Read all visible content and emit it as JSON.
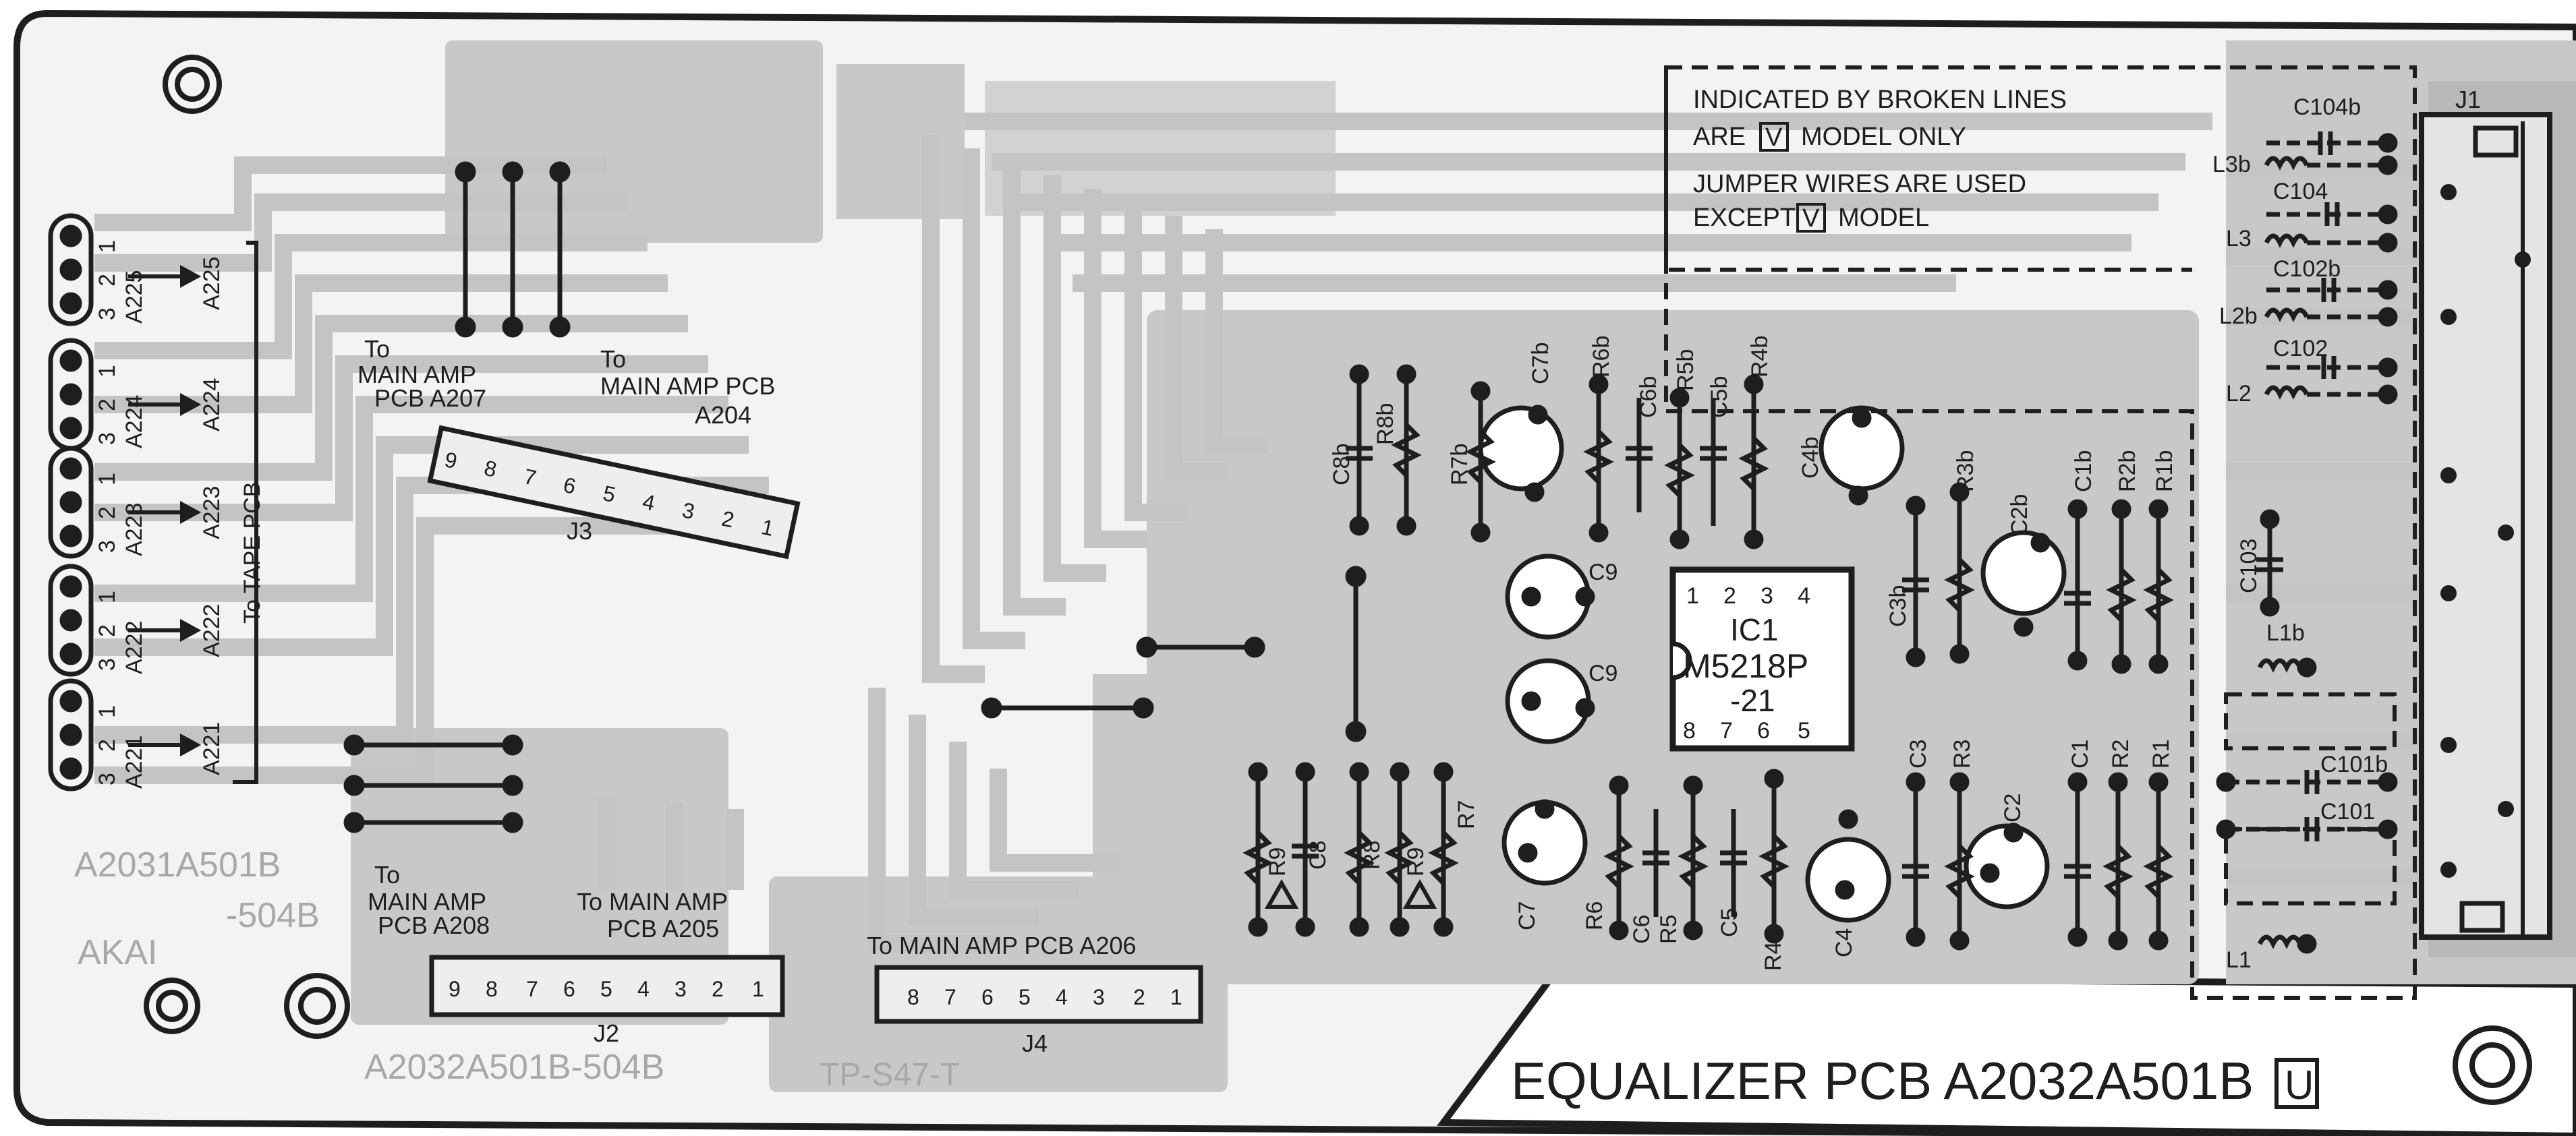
{
  "board": {
    "title": "EQUALIZER PCB A2032A501B",
    "title_badge": "U",
    "brand": "AKAI",
    "silk_part_left_1": "A2031A501B",
    "silk_part_left_2": "-504B",
    "silk_part_bottom": "A2032A501B-504B",
    "silk_model": "TP-S47-T"
  },
  "note": {
    "line1": "INDICATED BY BROKEN LINES",
    "line2_pre": "ARE",
    "line2_box": "V",
    "line2_post": "MODEL ONLY",
    "line3": "JUMPER WIRES ARE USED",
    "line4_pre": "EXCEPT",
    "line4_box": "V",
    "line4_post": "MODEL"
  },
  "left_connectors": {
    "refs": [
      "A225",
      "A224",
      "A223",
      "A222",
      "A221"
    ],
    "pins": [
      "3",
      "2",
      "1"
    ],
    "dest": "To TAPE PCB"
  },
  "connectors": {
    "j1": "J1",
    "j2": "J2",
    "j3": "J3",
    "j4": "J4",
    "j2_left_label": [
      "To",
      "MAIN AMP",
      "PCB A208"
    ],
    "j2_right_label": [
      "To MAIN AMP",
      "PCB A205"
    ],
    "j3_left_label": [
      "To",
      "MAIN AMP",
      "PCB A207"
    ],
    "j3_right_label": [
      "To",
      "MAIN AMP PCB",
      "A204"
    ],
    "j4_label": "To MAIN AMP PCB  A206",
    "j2_pins": [
      "9",
      "8",
      "7",
      "6",
      "5",
      "4",
      "3",
      "2",
      "1"
    ],
    "j3_pins": [
      "9",
      "8",
      "7",
      "6",
      "5",
      "4",
      "3",
      "2",
      "1"
    ],
    "j4_pins": [
      "8",
      "7",
      "6",
      "5",
      "4",
      "3",
      "2",
      "1"
    ]
  },
  "ic": {
    "ref": "IC1",
    "part": "M5218P",
    "suffix": "-21",
    "pins_top": [
      "1",
      "2",
      "3",
      "4"
    ],
    "pins_bottom": [
      "8",
      "7",
      "6",
      "5"
    ]
  },
  "components": {
    "c_top_vertical": [
      "C8b",
      "R8b",
      "R7b",
      "C7b",
      "R6b",
      "C6b",
      "R5b",
      "C5b",
      "R4b"
    ],
    "c_bottom_vertical": [
      "R9",
      "C8",
      "R8",
      "R9",
      "R7",
      "C7",
      "R6",
      "C6",
      "R5",
      "C5",
      "R4",
      "C4"
    ],
    "c_right_top": [
      "C3b",
      "R3b",
      "C2b",
      "C1b",
      "R2b",
      "R1b"
    ],
    "c_right_bottom": [
      "C3",
      "R3",
      "C2",
      "C1",
      "R2",
      "R1"
    ],
    "misc": [
      "C4b",
      "C9",
      "C9",
      "C103",
      "L1b",
      "C101b",
      "C101",
      "L1"
    ],
    "right_column": [
      "C104b",
      "L3b",
      "C104",
      "L3",
      "C102b",
      "L2b",
      "C102",
      "L2"
    ]
  },
  "colors": {
    "copper": "#c9c9c9",
    "copper_dark": "#b7b7b7",
    "board_bg": "#f4f4f4",
    "ink": "#1e1e1e"
  }
}
